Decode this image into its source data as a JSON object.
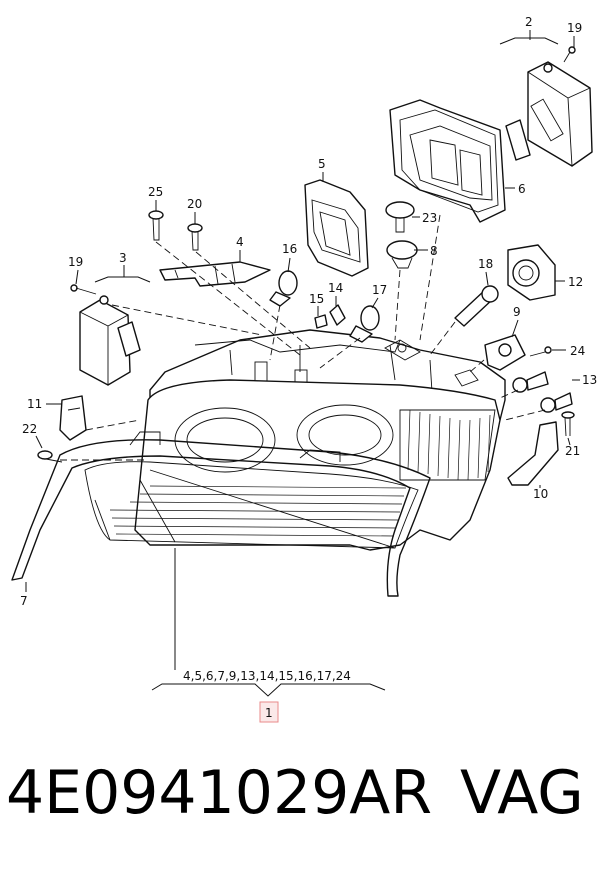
{
  "callouts": {
    "c1": "1",
    "c2": "2",
    "c3": "3",
    "c4": "4",
    "c5": "5",
    "c6": "6",
    "c7": "7",
    "c8": "8",
    "c9": "9",
    "c10": "10",
    "c11": "11",
    "c12": "12",
    "c13": "13",
    "c14": "14",
    "c15": "15",
    "c16": "16",
    "c17": "17",
    "c18": "18",
    "c19a": "19",
    "c19b": "19",
    "c20": "20",
    "c21": "21",
    "c22": "22",
    "c23": "23",
    "c24": "24",
    "c25": "25"
  },
  "assembly_list": "4,5,6,7,9,13,14,15,16,17,24",
  "footer": {
    "part_number": "4E0941029AR",
    "brand": "VAG"
  },
  "colors": {
    "line": "#111111",
    "highlight_box": "#e88a8a"
  }
}
